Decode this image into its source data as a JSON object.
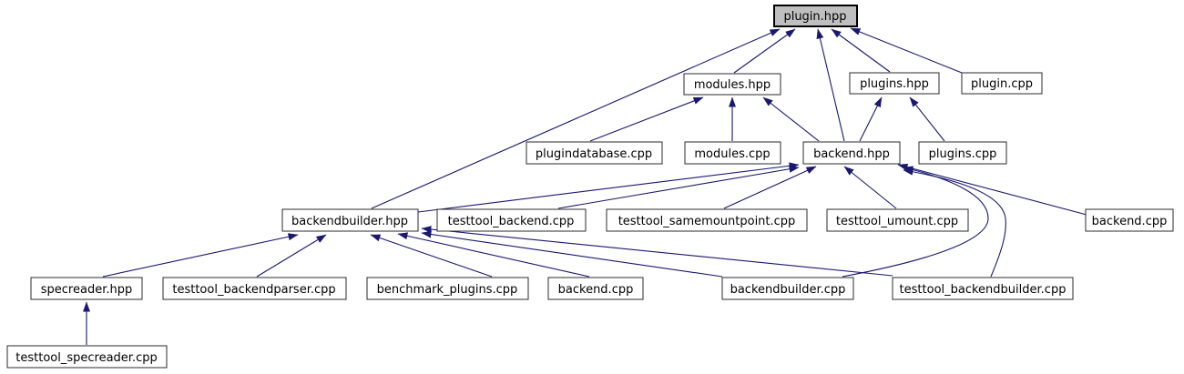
{
  "graph": {
    "title": "plugin.hpp included-by dependency graph",
    "type": "dependency-graph",
    "colors": {
      "edge": "#191970",
      "node_border": "#2b2b2b",
      "node_fill": "#ffffff",
      "highlight_fill": "#bfbfbf",
      "text": "#000000",
      "background": "#ffffff"
    },
    "nodes": [
      {
        "label": "plugin.hpp",
        "highlighted": true
      },
      {
        "label": "modules.hpp"
      },
      {
        "label": "plugins.hpp"
      },
      {
        "label": "plugin.cpp"
      },
      {
        "label": "plugindatabase.cpp"
      },
      {
        "label": "modules.cpp"
      },
      {
        "label": "backend.hpp"
      },
      {
        "label": "plugins.cpp"
      },
      {
        "label": "backendbuilder.hpp"
      },
      {
        "label": "testtool_backend.cpp"
      },
      {
        "label": "testtool_samemountpoint.cpp"
      },
      {
        "label": "testtool_umount.cpp"
      },
      {
        "label": "backend.cpp"
      },
      {
        "label": "specreader.hpp"
      },
      {
        "label": "testtool_backendparser.cpp"
      },
      {
        "label": "benchmark_plugins.cpp"
      },
      {
        "label": "backend.cpp"
      },
      {
        "label": "backendbuilder.cpp"
      },
      {
        "label": "testtool_backendbuilder.cpp"
      },
      {
        "label": "testtool_specreader.cpp"
      }
    ],
    "edges": [
      {
        "from": "backendbuilder.hpp",
        "to": "plugin.hpp"
      },
      {
        "from": "modules.hpp",
        "to": "plugin.hpp"
      },
      {
        "from": "backend.hpp",
        "to": "plugin.hpp"
      },
      {
        "from": "plugins.hpp",
        "to": "plugin.hpp"
      },
      {
        "from": "plugin.cpp",
        "to": "plugin.hpp"
      },
      {
        "from": "plugindatabase.cpp",
        "to": "modules.hpp"
      },
      {
        "from": "modules.cpp",
        "to": "modules.hpp"
      },
      {
        "from": "backend.hpp",
        "to": "modules.hpp"
      },
      {
        "from": "backend.hpp",
        "to": "plugins.hpp"
      },
      {
        "from": "plugins.cpp",
        "to": "plugins.hpp"
      },
      {
        "from": "backendbuilder.hpp",
        "to": "backend.hpp"
      },
      {
        "from": "testtool_backend.cpp",
        "to": "backend.hpp"
      },
      {
        "from": "testtool_samemountpoint.cpp",
        "to": "backend.hpp"
      },
      {
        "from": "testtool_umount.cpp",
        "to": "backend.hpp"
      },
      {
        "from": "backend.cpp",
        "to": "backend.hpp"
      },
      {
        "from": "backendbuilder.cpp",
        "to": "backend.hpp"
      },
      {
        "from": "testtool_backendbuilder.cpp",
        "to": "backend.hpp"
      },
      {
        "from": "specreader.hpp",
        "to": "backendbuilder.hpp"
      },
      {
        "from": "testtool_backendparser.cpp",
        "to": "backendbuilder.hpp"
      },
      {
        "from": "benchmark_plugins.cpp",
        "to": "backendbuilder.hpp"
      },
      {
        "from": "backend.cpp",
        "to": "backendbuilder.hpp"
      },
      {
        "from": "backendbuilder.cpp",
        "to": "backendbuilder.hpp"
      },
      {
        "from": "testtool_backendbuilder.cpp",
        "to": "backendbuilder.hpp"
      },
      {
        "from": "testtool_specreader.cpp",
        "to": "specreader.hpp"
      }
    ]
  }
}
